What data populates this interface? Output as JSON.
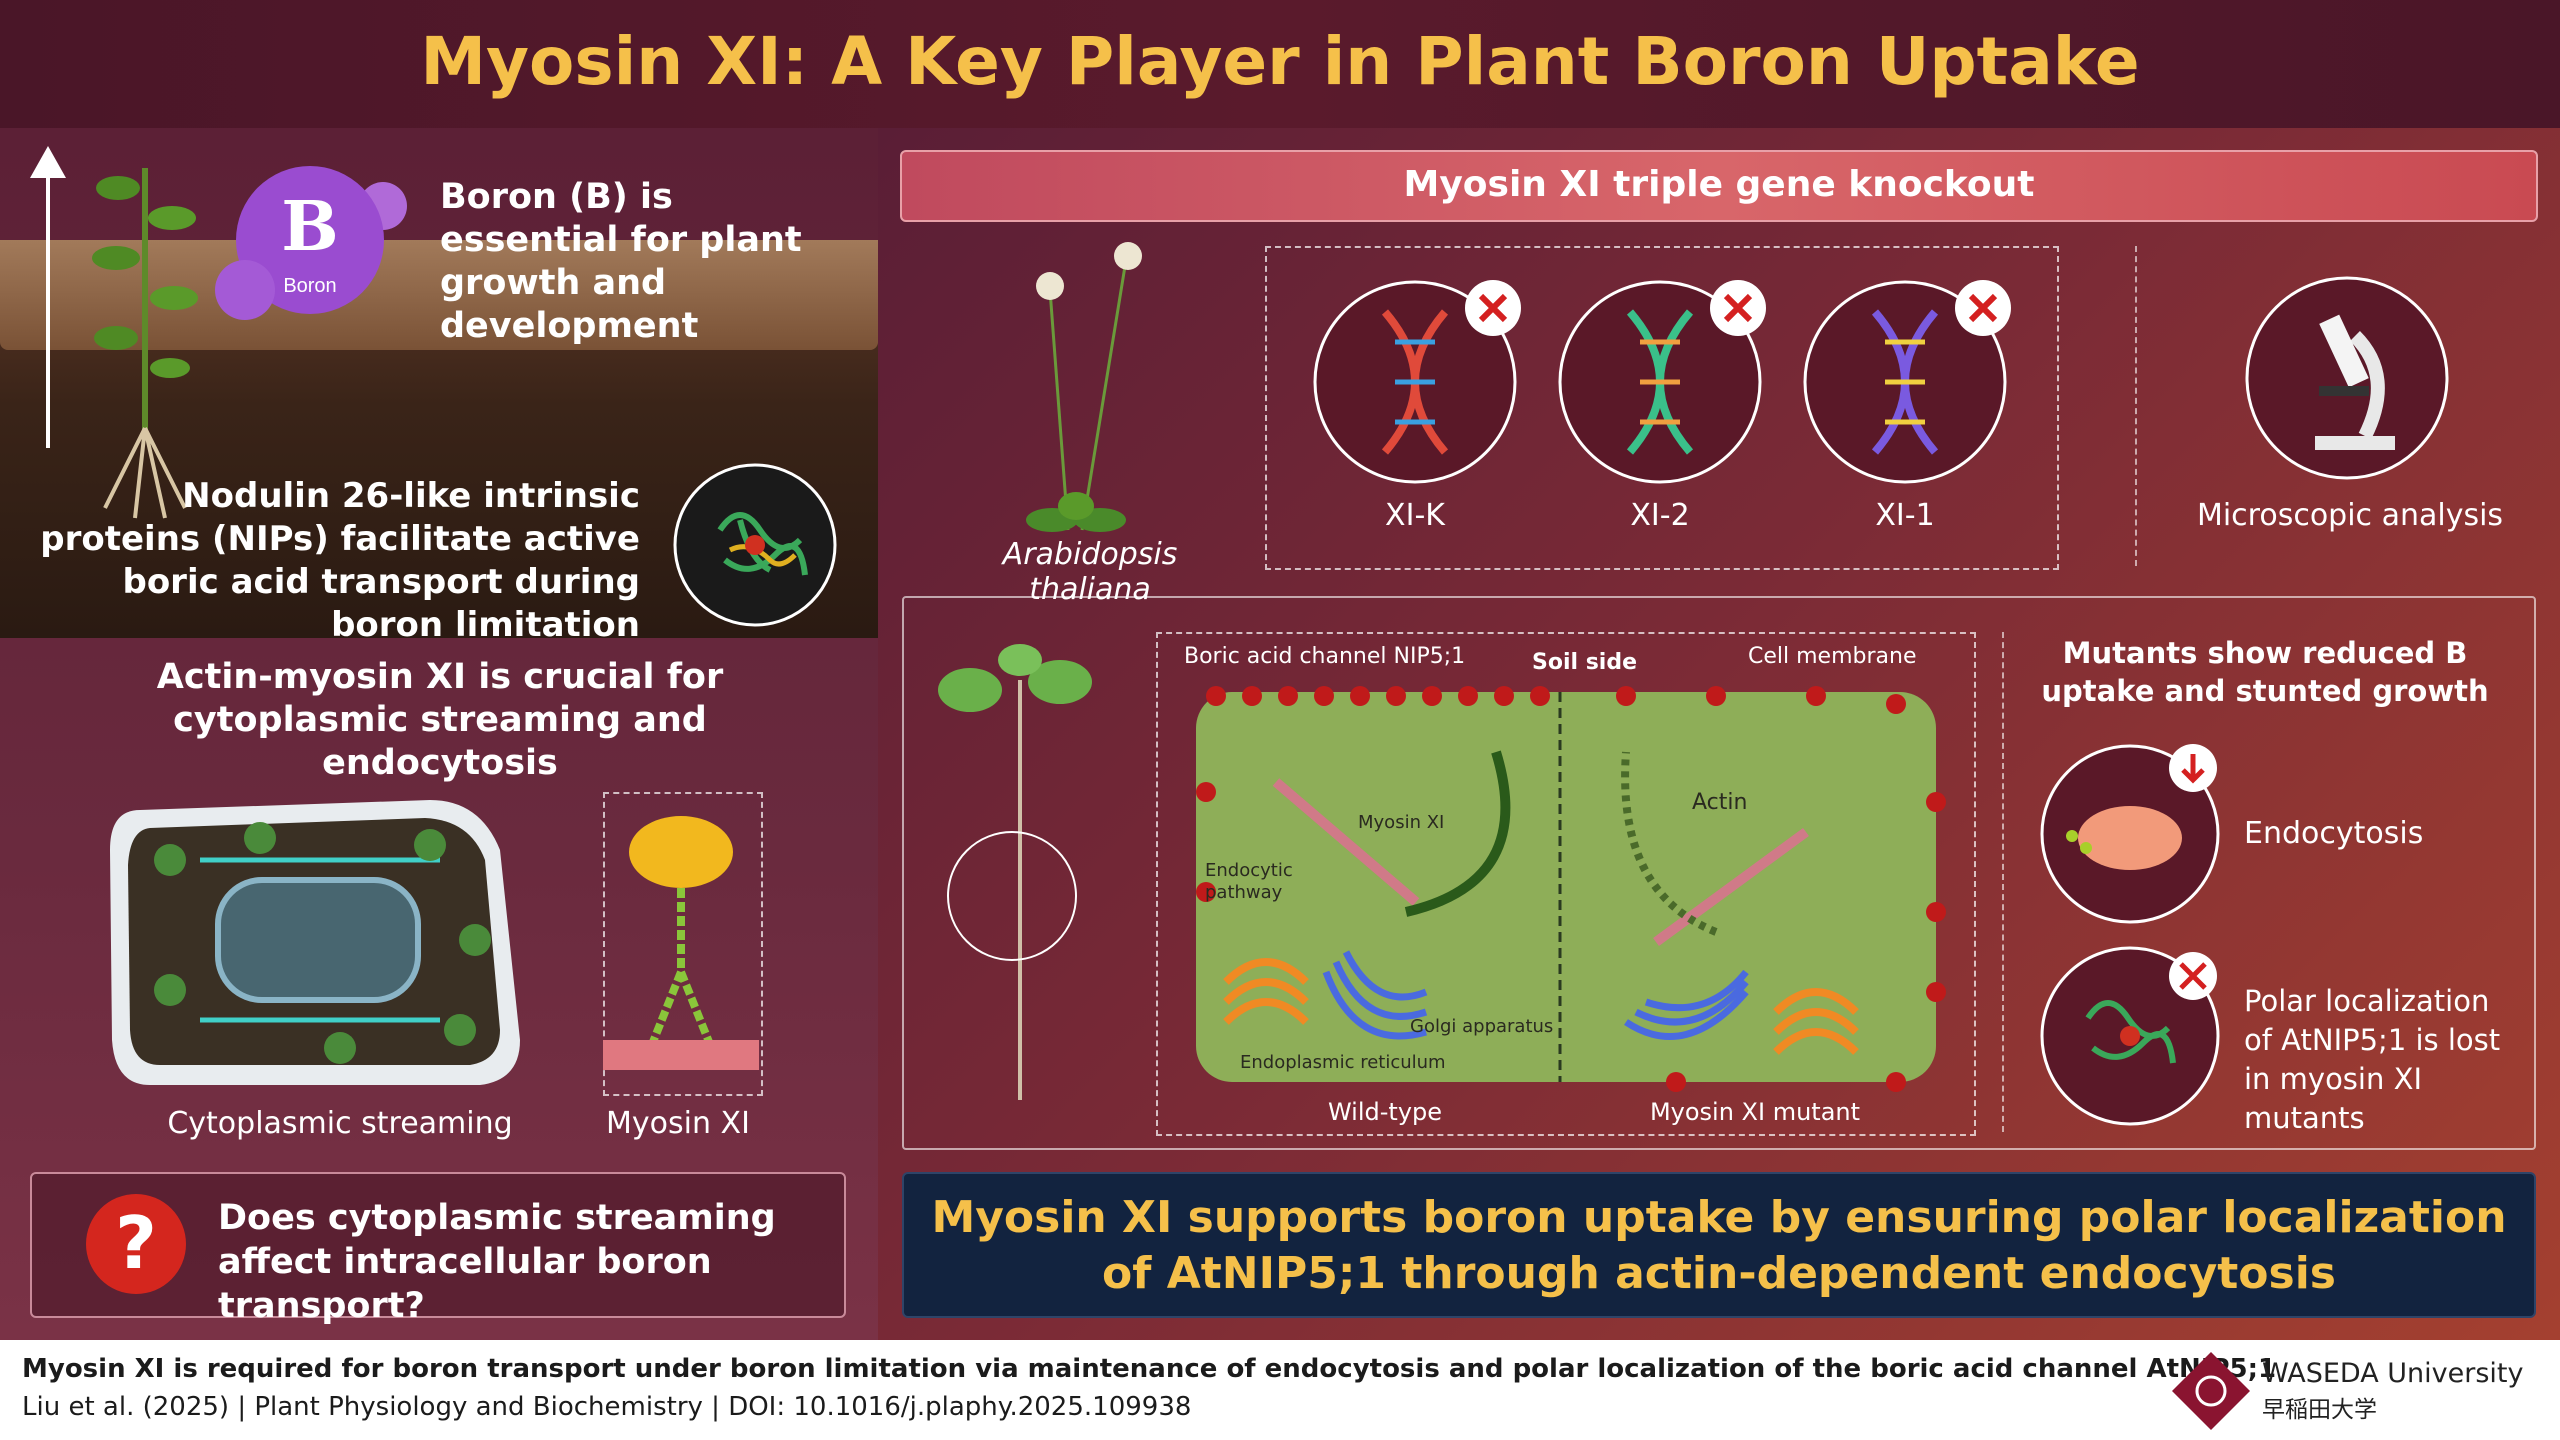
{
  "title": "Myosin XI: A Key Player in Plant Boron Uptake",
  "left": {
    "boron_symbol": "B",
    "boron_name": "Boron",
    "boron_text": "Boron (B) is essential for plant growth and development",
    "nip_text": "Nodulin 26-like intrinsic proteins (NIPs) facilitate active boric acid transport during boron limitation",
    "actin_text": "Actin-myosin XI is crucial for cytoplasmic streaming and endocytosis",
    "cap_streaming": "Cytoplasmic streaming",
    "cap_myosin": "Myosin XI",
    "question_mark": "?",
    "question": "Does cytoplasmic streaming affect intracellular boron transport?"
  },
  "knockout": {
    "title": "Myosin XI triple gene knockout",
    "species": "Arabidopsis thaliana",
    "genes": [
      "XI-K",
      "XI-2",
      "XI-1"
    ],
    "microscopy": "Microscopic analysis"
  },
  "cell": {
    "boric_acid_channel": "Boric acid channel NIP5;1",
    "soil_side": "Soil side",
    "cell_membrane": "Cell membrane",
    "myosin_xi": "Myosin XI",
    "endocytic": "Endocytic pathway",
    "golgi": "Golgi apparatus",
    "er": "Endoplasmic reticulum",
    "actin": "Actin",
    "wild_type": "Wild-type",
    "mutant": "Myosin XI mutant"
  },
  "mutants": {
    "heading": "Mutants show reduced B uptake and stunted growth",
    "endocytosis": "Endocytosis",
    "polar": "Polar localization of AtNIP5;1 is lost in myosin XI mutants"
  },
  "conclusion": "Myosin XI supports boron uptake by ensuring polar localization of AtNIP5;1 through actin-dependent endocytosis",
  "footer": {
    "paper_title": "Myosin XI is required for boron transport under boron limitation via maintenance of endocytosis and polar localization of the boric acid channel AtNIP5;1",
    "citation": "Liu et al. (2025) | Plant Physiology and Biochemistry | DOI: 10.1016/j.plaphy.2025.109938",
    "university": "WASEDA University",
    "university_jp": "早稲田大学"
  },
  "colors": {
    "accent_gold": "#f5c04a",
    "conclusion_bg": "#12233f",
    "knockout_bar": "#d8666a"
  }
}
